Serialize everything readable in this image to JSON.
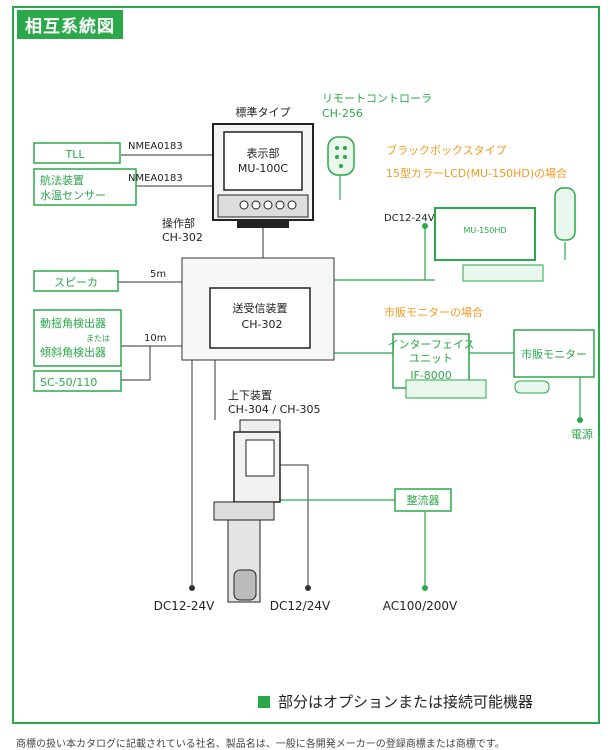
{
  "title": "相互系統図",
  "colors": {
    "option": "#2aa84a",
    "orange": "#f39a1f",
    "line": "#333333"
  },
  "standard": {
    "heading": "標準タイプ",
    "display_line1": "表示部",
    "display_line2": "MU-100C",
    "op_line1": "操作部",
    "op_line2": "CH-302"
  },
  "remote": {
    "line1": "リモートコントローラ",
    "line2": "CH-256"
  },
  "blackbox": {
    "line1": "ブラックボックスタイプ",
    "line2": "15型カラーLCD(MU-150HD)の場合",
    "dc": "DC12-24V",
    "monitor_label": "MU-150HD"
  },
  "nmea": {
    "tll": "NMEA0183",
    "nav": "NMEA0183"
  },
  "left_boxes": {
    "tll": "TLL",
    "nav_line1": "航法装置",
    "nav_line2": "水温センサー",
    "speaker": "スピーカ",
    "speaker_len": "5m",
    "sensor_line1": "動揺角検出器",
    "sensor_or": "または",
    "sensor_line2": "傾斜角検出器",
    "sensor_len": "10m",
    "sc": "SC-50/110"
  },
  "transceiver": {
    "line1": "送受信装置",
    "line2": "CH-302"
  },
  "hoist": {
    "line1": "上下装置",
    "line2": "CH-304 / CH-305"
  },
  "market": {
    "heading": "市販モニターの場合",
    "if_line1": "インターフェイス",
    "if_line2": "ユニット",
    "if_line3": "IF-8000",
    "monitor": "市販モニター",
    "power": "電源"
  },
  "rectifier": "整流器",
  "power_labels": {
    "dc_left": "DC12-24V",
    "dc_mid": "DC12/24V",
    "ac": "AC100/200V"
  },
  "legend": "部分はオプションまたは接続可能機器",
  "footnote": "商標の扱い本カタログに記載されている社名、製品名は、一般に各開発メーカーの登録商標または商標です。"
}
